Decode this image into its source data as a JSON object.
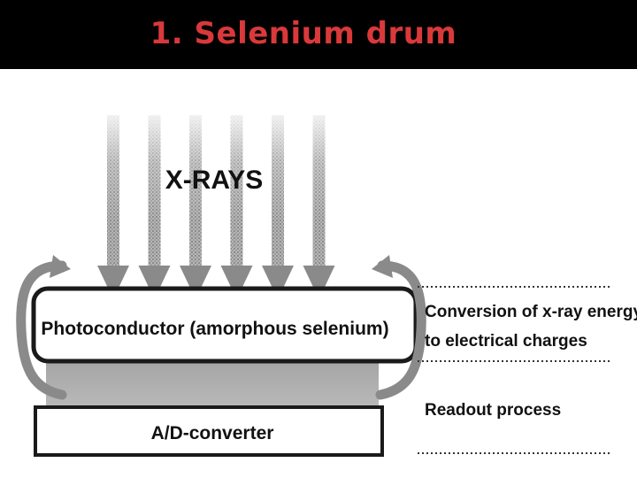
{
  "slide": {
    "title": "1. Selenium drum"
  },
  "diagram": {
    "xray_label": "X-RAYS",
    "photoconductor_label": "Photoconductor (amorphous selenium)",
    "converter_label": "A/D-converter",
    "annotations": {
      "conversion_line1": "Conversion of x-ray energy",
      "conversion_line2": "to electrical charges",
      "readout": "Readout process"
    },
    "arrow_count": 6,
    "colors": {
      "title_text": "#d9393a",
      "title_background": "#000000",
      "arrow_gray": "#8a8a8a",
      "readout_layer": "#a9a9a9"
    }
  }
}
